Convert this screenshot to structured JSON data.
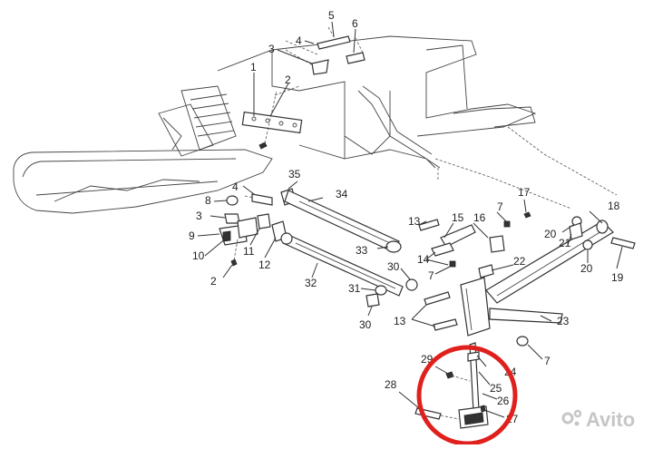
{
  "diagram": {
    "labels": [
      "1",
      "2",
      "3",
      "4",
      "5",
      "6",
      "7",
      "8",
      "9",
      "10",
      "11",
      "12",
      "13",
      "14",
      "15",
      "16",
      "17",
      "18",
      "19",
      "20",
      "21",
      "22",
      "23",
      "24",
      "25",
      "26",
      "27",
      "28",
      "29",
      "30",
      "31",
      "32",
      "33",
      "34",
      "35"
    ],
    "highlight_color": "#e0201c",
    "watermark": "Avito"
  }
}
